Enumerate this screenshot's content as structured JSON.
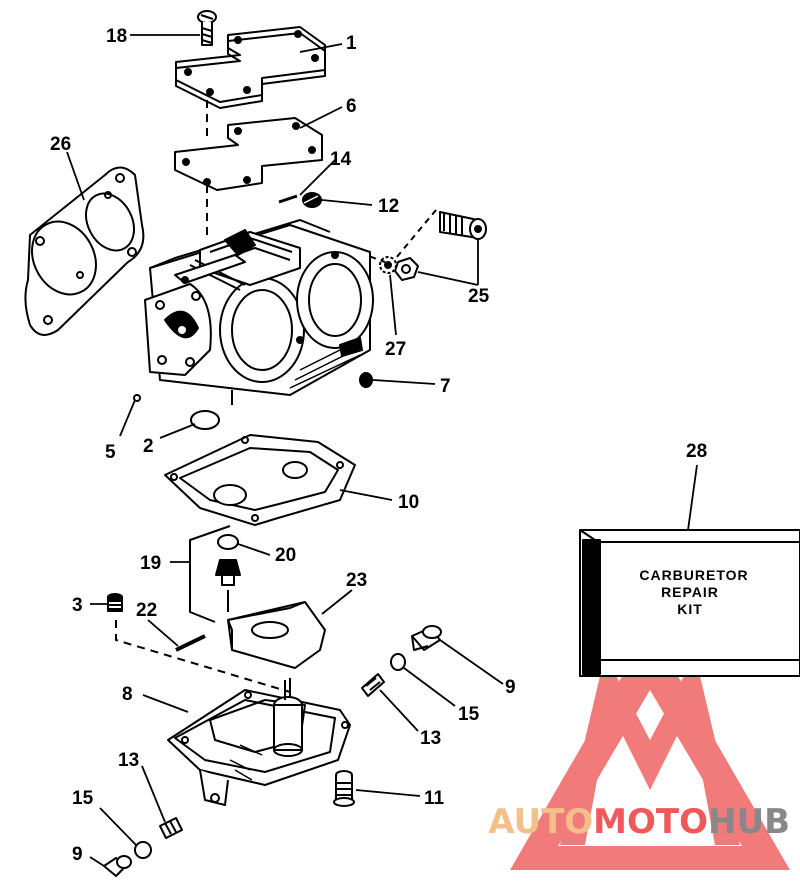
{
  "diagram": {
    "callouts": [
      {
        "id": "18",
        "text": "18"
      },
      {
        "id": "1",
        "text": "1"
      },
      {
        "id": "6",
        "text": "6"
      },
      {
        "id": "26",
        "text": "26"
      },
      {
        "id": "14",
        "text": "14"
      },
      {
        "id": "12",
        "text": "12"
      },
      {
        "id": "25",
        "text": "25"
      },
      {
        "id": "27",
        "text": "27"
      },
      {
        "id": "7",
        "text": "7"
      },
      {
        "id": "5",
        "text": "5"
      },
      {
        "id": "2",
        "text": "2"
      },
      {
        "id": "10",
        "text": "10"
      },
      {
        "id": "28",
        "text": "28"
      },
      {
        "id": "19",
        "text": "19"
      },
      {
        "id": "20",
        "text": "20"
      },
      {
        "id": "23",
        "text": "23"
      },
      {
        "id": "3",
        "text": "3"
      },
      {
        "id": "22",
        "text": "22"
      },
      {
        "id": "9a",
        "text": "9"
      },
      {
        "id": "8",
        "text": "8"
      },
      {
        "id": "15a",
        "text": "15"
      },
      {
        "id": "13a",
        "text": "13"
      },
      {
        "id": "13b",
        "text": "13"
      },
      {
        "id": "11",
        "text": "11"
      },
      {
        "id": "15b",
        "text": "15"
      },
      {
        "id": "9b",
        "text": "9"
      }
    ],
    "kit_box": {
      "line1": "CARBURETOR",
      "line2": "REPAIR",
      "line3": "KIT"
    }
  },
  "watermark": {
    "brand_part1": "AUTO",
    "brand_part2": "MOTO",
    "brand_part3": "HUB",
    "colors": {
      "triangle": "#ee5a5a",
      "auto": "#f3c08c",
      "moto": "#ee5a5a",
      "hub": "#888888"
    }
  }
}
